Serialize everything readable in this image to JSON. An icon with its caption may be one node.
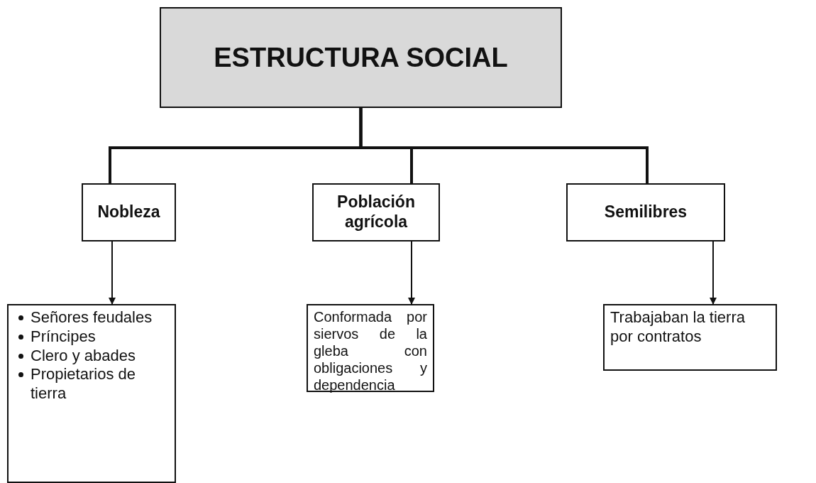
{
  "diagram": {
    "nodes": [
      {
        "text": [
          "ESTRUCTURA SOCIAL"
        ]
      },
      {
        "text": [
          "Nobleza"
        ]
      },
      {
        "text": [
          "Población agrícola"
        ]
      },
      {
        "text": [
          "Semilibres"
        ]
      },
      {
        "text": [
          "Señores feudales",
          "Príncipes",
          "Clero y abades",
          "Propietarios de tierra"
        ]
      },
      {
        "text": [
          "Conformada por siervos de la gleba con obligaciones y dependencia"
        ]
      },
      {
        "text": [
          "Trabajaban la tierra por contratos"
        ]
      }
    ],
    "edges": [
      {
        "from": 0,
        "to": 1,
        "arrow": "none",
        "style": "thick"
      },
      {
        "from": 0,
        "to": 2,
        "arrow": "none",
        "style": "thick"
      },
      {
        "from": 0,
        "to": 3,
        "arrow": "none",
        "style": "thick"
      },
      {
        "from": 1,
        "to": 4,
        "arrow": "to"
      },
      {
        "from": 2,
        "to": 5,
        "arrow": "to"
      },
      {
        "from": 3,
        "to": 6,
        "arrow": "to"
      }
    ]
  }
}
